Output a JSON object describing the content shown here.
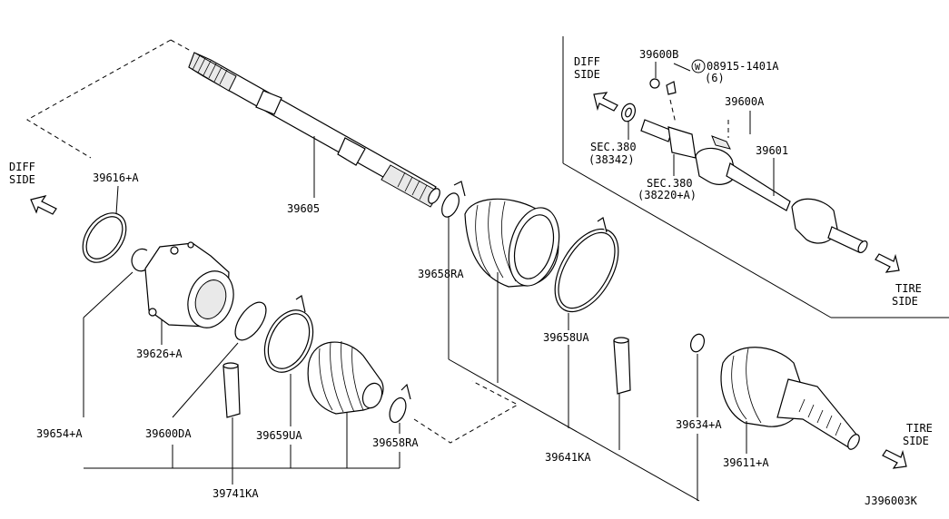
{
  "diagram_id": "J396003K",
  "direction_labels": {
    "diff_side_left": [
      "DIFF",
      "SIDE"
    ],
    "diff_side_inset": [
      "DIFF",
      "SIDE"
    ],
    "tire_side_inset": [
      "TIRE",
      "SIDE"
    ],
    "tire_side_main": [
      "TIRE",
      "SIDE"
    ]
  },
  "parts": {
    "p39605": "39605",
    "p39616a": "39616+A",
    "p39626a": "39626+A",
    "p39654a": "39654+A",
    "p39600da": "39600DA",
    "p39659ua": "39659UA",
    "p39658ra_bottom": "39658RA",
    "p39658ra_top": "39658RA",
    "p39658ua": "39658UA",
    "p39641ka": "39641KA",
    "p39634a": "39634+A",
    "p39611a": "39611+A",
    "p39741ka": "39741KA"
  },
  "inset": {
    "p39600b": "39600B",
    "washer_symbol": "W",
    "p08915": "08915-1401A",
    "qty": "(6)",
    "p39600a": "39600A",
    "p39601": "39601",
    "sec380_a": "SEC.380",
    "sec380_a_ref": "(38342)",
    "sec380_b": "SEC.380",
    "sec380_b_ref": "(38220+A)"
  }
}
